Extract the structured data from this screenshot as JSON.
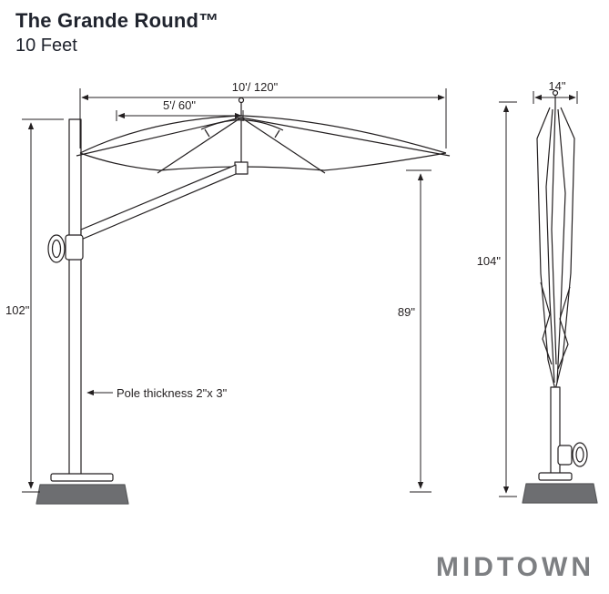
{
  "header": {
    "title": "The Grande Round™",
    "subtitle": "10 Feet"
  },
  "diagram": {
    "open": {
      "width_label": "10'/ 120\"",
      "half_width_label": "5'/ 60\"",
      "pole_height_label": "102\"",
      "clearance_label": "89\"",
      "pole_thickness_label": "Pole thickness 2\"x 3\""
    },
    "closed": {
      "width_label": "14\"",
      "height_label": "104\""
    }
  },
  "brand": {
    "logo": "MIDTOWN"
  },
  "colors": {
    "line": "#231f20",
    "title_text": "#20242e",
    "base_fill": "#6d6e71",
    "logo_gray": "#7d7f82"
  }
}
